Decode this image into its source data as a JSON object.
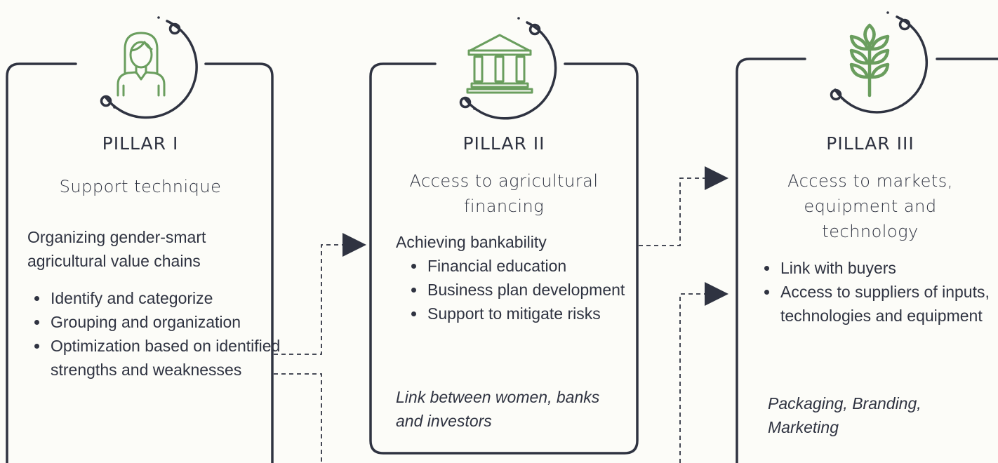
{
  "pillars": [
    {
      "icon": "woman-icon",
      "title": "PILLAR I",
      "subtitle": "Support technique",
      "lead": "Organizing gender-smart agricultural value chains",
      "items": [
        "Identify and categorize",
        "Grouping and organization",
        "Optimization based on identified strengths and weaknesses"
      ]
    },
    {
      "icon": "bank-icon",
      "title": "PILLAR II",
      "subtitle": "Access to agricultural financing",
      "lead": "Achieving bankability",
      "items": [
        "Financial education",
        "Business plan development",
        "Support to mitigate risks"
      ],
      "note": "Link between women, banks and investors"
    },
    {
      "icon": "wheat-icon",
      "title": "PILLAR III",
      "subtitle": "Access to markets, equipment and technology",
      "items": [
        "Link with buyers",
        "Access to suppliers of inputs, technologies and equipment"
      ],
      "note": "Packaging, Branding, Marketing"
    }
  ],
  "colors": {
    "accent_green": "#6a9e5e",
    "outline_dark": "#2f3341",
    "background": "#fcfcf8"
  }
}
